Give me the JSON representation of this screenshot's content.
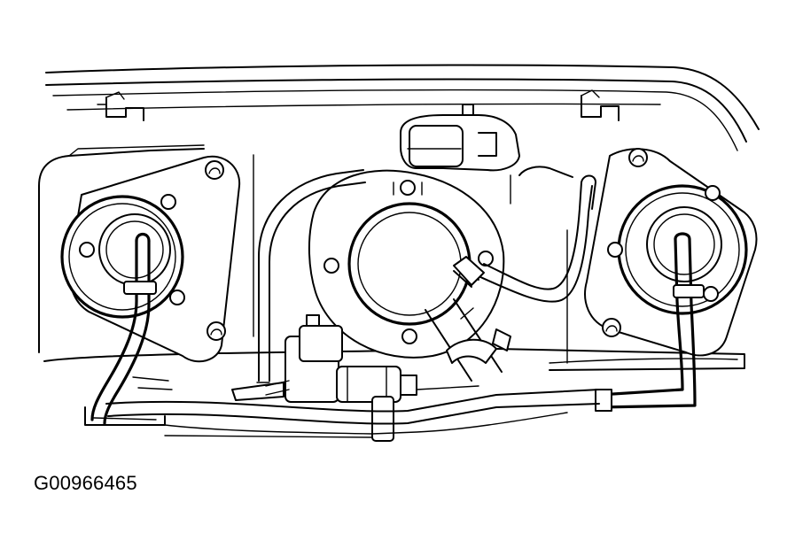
{
  "figure": {
    "id_label": "G00966465"
  },
  "parts": {
    "left_pump_mount": "left-pump-mount",
    "right_pump_mount": "right-pump-mount",
    "center_sender_flange": "center-sender-flange",
    "vsv_valve": "vacuum-switching-valve",
    "electrical_connector": "electrical-connector",
    "left_fuel_hose": "left-fuel-hose",
    "right_fuel_hose": "right-fuel-hose",
    "vapor_line": "vapor-line"
  }
}
